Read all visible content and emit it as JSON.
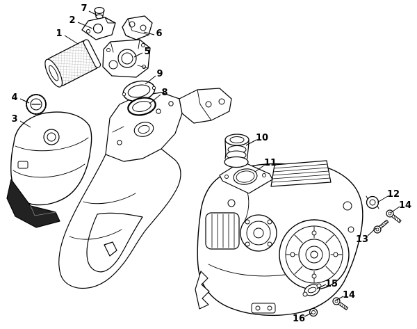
{
  "diagram": {
    "kind": "exploded-parts-diagram",
    "background_color": "#ffffff",
    "line_color": "#000000",
    "callouts": [
      {
        "label": "7"
      },
      {
        "label": "2"
      },
      {
        "label": "1"
      },
      {
        "label": "6"
      },
      {
        "label": "5"
      },
      {
        "label": "9"
      },
      {
        "label": "8"
      },
      {
        "label": "4"
      },
      {
        "label": "3"
      },
      {
        "label": "10"
      },
      {
        "label": "11"
      },
      {
        "label": "12"
      },
      {
        "label": "14"
      },
      {
        "label": "13"
      },
      {
        "label": "15"
      },
      {
        "label": "14"
      },
      {
        "label": "16"
      }
    ]
  }
}
